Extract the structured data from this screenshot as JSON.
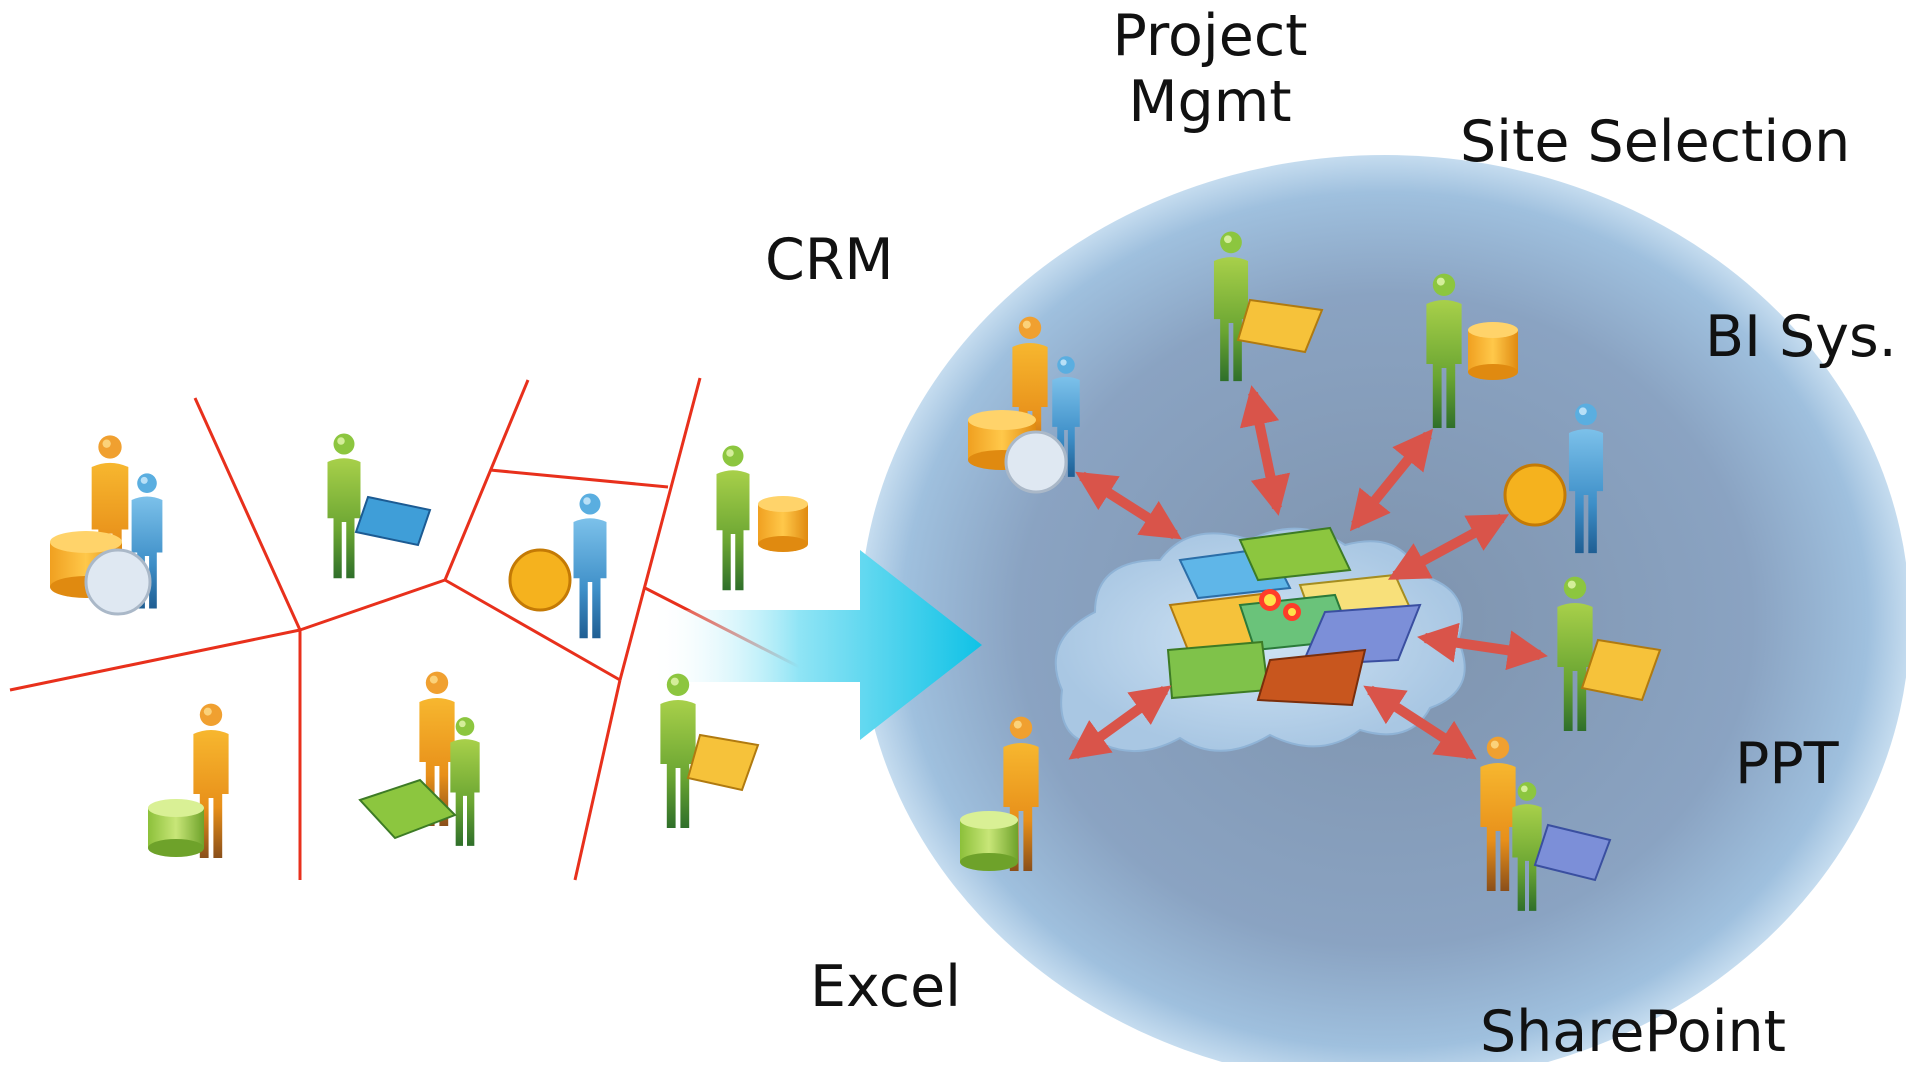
{
  "labels": {
    "project": "Project",
    "mgmt": "Mgmt",
    "site_selection": "Site Selection",
    "crm": "CRM",
    "bi_sys": "BI Sys.",
    "ppt": "PPT",
    "excel": "Excel",
    "sharepoint": "SharePoint"
  },
  "colors": {
    "partition_lines": "#e8301c",
    "sphere": "#8aa6c8",
    "arrow": "#2bc8e8",
    "connector_arrows": "#d9544a",
    "person_orange": "#f2a01e",
    "person_green": "#8cbf3a",
    "person_blue": "#4fa4d8"
  },
  "icons": [
    "person-orange-icon",
    "person-green-icon",
    "person-blue-icon",
    "database-icon",
    "map-sheet-icon",
    "cloud-icon",
    "layer-stack-icon"
  ]
}
